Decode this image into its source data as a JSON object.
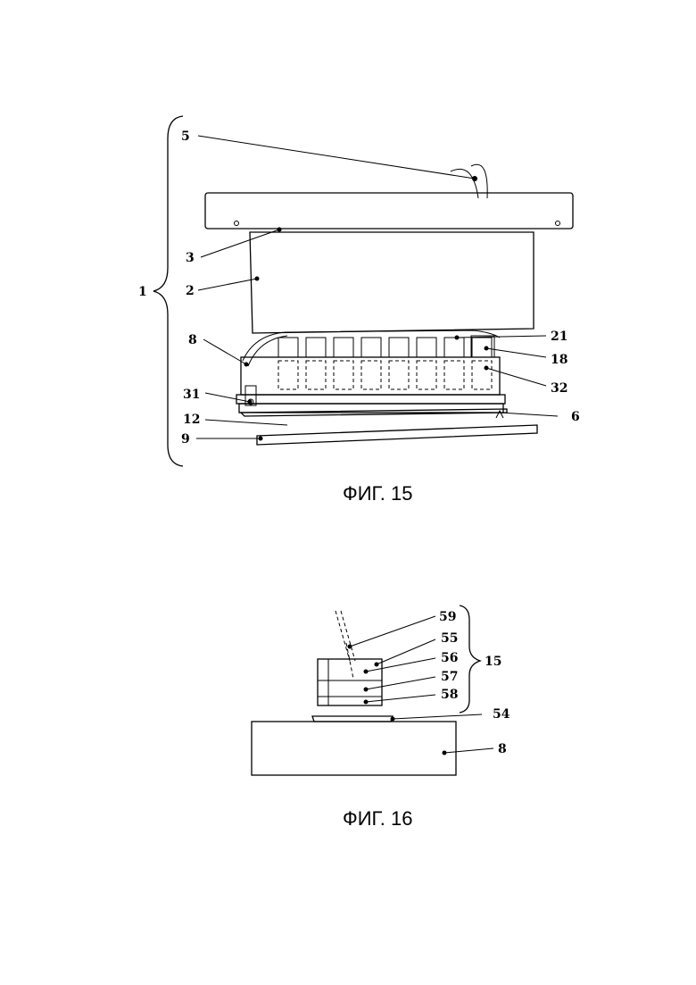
{
  "figures": [
    {
      "caption": "ФИГ. 15",
      "labels": [
        "1",
        "2",
        "3",
        "5",
        "6",
        "8",
        "9",
        "12",
        "18",
        "21",
        "31",
        "32"
      ]
    },
    {
      "caption": "ФИГ. 16",
      "labels": [
        "8",
        "15",
        "54",
        "55",
        "56",
        "57",
        "58",
        "59"
      ]
    }
  ]
}
